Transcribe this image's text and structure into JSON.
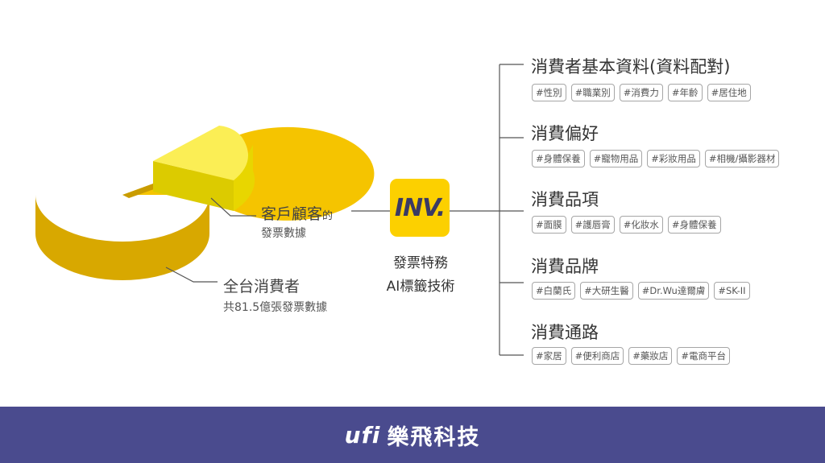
{
  "diagram": {
    "pie_labels": {
      "customer_title": "客戶顧客",
      "customer_suffix": "的",
      "customer_sub": "發票數據",
      "all_title": "全台消費者",
      "all_sub": "共81.5億張發票數據"
    },
    "center": {
      "logo": "INV.",
      "line1": "發票特務",
      "line2": "AI標籤技術"
    },
    "categories": [
      {
        "title": "消費者基本資料(資料配對)",
        "tags": [
          "#性別",
          "#職業別",
          "#消費力",
          "#年齡",
          "#居住地"
        ]
      },
      {
        "title": "消費偏好",
        "tags": [
          "#身體保養",
          "#寵物用品",
          "#彩妝用品",
          "#相機/攝影器材"
        ]
      },
      {
        "title": "消費品項",
        "tags": [
          "#面膜",
          "#護唇膏",
          "#化妝水",
          "#身體保養"
        ]
      },
      {
        "title": "消費品牌",
        "tags": [
          "#白蘭氏",
          "#大研生醫",
          "#Dr.Wu達爾膚",
          "#SK-II"
        ]
      },
      {
        "title": "消費通路",
        "tags": [
          "#家居",
          "#便利商店",
          "#藥妝店",
          "#電商平台"
        ]
      }
    ]
  },
  "footer": {
    "logo": "ufi",
    "brand": "樂飛科技"
  },
  "colors": {
    "pie_main": "#f5c400",
    "pie_side": "#d8a800",
    "slice_top": "#fbee55",
    "slice_side": "#dccb00",
    "logo_bg": "#fcd000",
    "footer_bg": "#4a4b8e",
    "line": "#555555"
  }
}
